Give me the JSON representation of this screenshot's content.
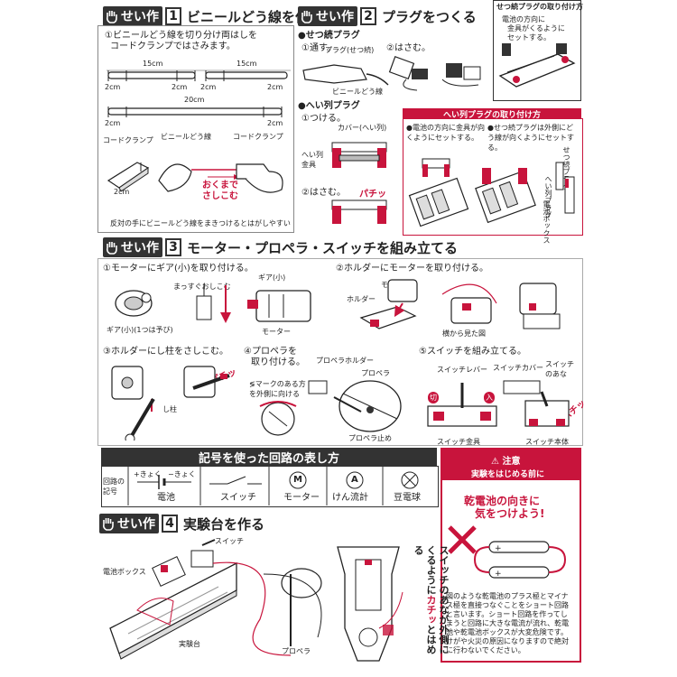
{
  "section1": {
    "badge": "せい作",
    "num": "1",
    "title": "ビニールどう線を作る",
    "step1": "①ビニールどう線を切り分け両はしを",
    "step1b": "コードクランプではさみます。",
    "len15a": "15cm",
    "len15b": "15cm",
    "len20": "20cm",
    "cm2": "2cm",
    "cord_clamp": "コードクランプ",
    "vinyl_wire": "ビニールどう線",
    "cord_clamp2": "コードクランプ",
    "push_in": "おくまで",
    "push_in2": "さしこむ",
    "footer": "反対の手にビニールどう線をまきつけるとはがしやすい"
  },
  "section2": {
    "badge": "せい作",
    "num": "2",
    "title": "プラグをつくる",
    "series_plug": "●せつ続プラグ",
    "step1": "①通す。",
    "step2": "②はさむ。",
    "plug_label": "プラグ(せつ続)",
    "vinyl": "ビニールどう線",
    "parallel_plug": "●へい列プラグ",
    "p_step1": "①つける。",
    "p_step2": "②はさむ。",
    "cover": "カバー(へい列)",
    "metal": "へい列金具",
    "snap": "パチッ",
    "box_title": "せつ続プラグの取り付け方",
    "box_note1": "電池の方向に",
    "box_note2": "金具がくるように",
    "box_note3": "セットする。",
    "band": "へい列プラグの取り付け方",
    "note_a": "●電池の方向に金具が向くようにセットする。",
    "note_b": "●せつ続プラグは外側にどう線が向くようにセットする。",
    "v1": "せつ続プラグ",
    "v2": "へい列プラグ",
    "v3": "電池ボックス"
  },
  "section3": {
    "badge": "せい作",
    "num": "3",
    "title": "モーター・プロペラ・スイッチを組み立てる",
    "s1": "①モーターにギア(小)を取り付ける。",
    "s1a": "まっすぐおしこむ",
    "gear": "ギア(小)",
    "motor": "モーター",
    "gear_spare": "ギア(小)(1つは予び)",
    "s2": "②ホルダーにモーターを取り付ける。",
    "holder": "ホルダー",
    "motor2": "モーター",
    "side_view": "横から見た図",
    "s3": "③ホルダーにし柱をさしこむ。",
    "pillar": "し柱",
    "snap": "パチッ",
    "s4": "④プロペラを",
    "s4b": "取り付ける。",
    "prop_holder": "プロペラホルダー",
    "prop": "プロペラ",
    "mark": "≶マークのある方を外側に向ける",
    "prop_stop": "プロペラ止め",
    "s5": "⑤スイッチを組み立てる。",
    "lever": "スイッチレバー",
    "cover": "スイッチカバー",
    "hole": "スイッチのあな",
    "off": "切",
    "on": "入",
    "metal": "スイッチ金具",
    "body": "スイッチ本体",
    "snap2": "パチッ"
  },
  "symbols": {
    "title": "記号を使った回路の表し方",
    "row_label": "回路の記号",
    "plus": "+きょく",
    "minus": "−きょく",
    "items": [
      "電池",
      "スイッチ",
      "モーター",
      "けん流計",
      "豆電球"
    ],
    "M": "M",
    "A": "A"
  },
  "caution": {
    "head": "注意",
    "band": "実験をはじめる前に",
    "warn1": "乾電池の向きに",
    "warn2": "気をつけよう!",
    "body": "図のような乾電池のプラス極とマイナス極を直接つなぐことをショート回路と言います。ショート回路を作ってしまうと回路に大きな電流が流れ、乾電池や乾電池ボックスが大変危険です。けがや火災の原因になりますので絶対に行わないでください。"
  },
  "section4": {
    "badge": "せい作",
    "num": "4",
    "title": "実験台を作る",
    "switch": "スイッチ",
    "battery_box": "電池ボックス",
    "table": "実験台",
    "propeller": "プロペラ",
    "note1": "スイッチのあなが外側に",
    "note2": "くるように",
    "note3": "カチッ",
    "note4": "とはめる"
  },
  "colors": {
    "accent": "#c8143c",
    "dark": "#333333"
  }
}
